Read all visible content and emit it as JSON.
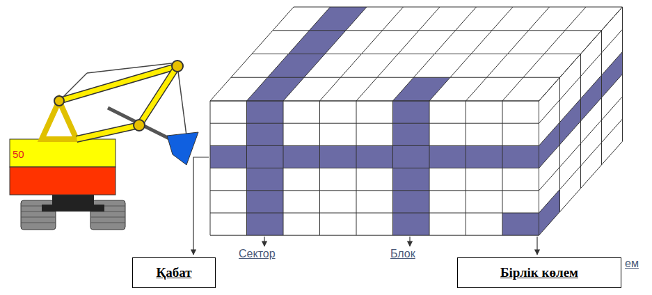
{
  "diagram": {
    "nodes": [
      {
        "text": [
          "Қабат"
        ]
      },
      {
        "text": [
          "Бірлік көлем"
        ]
      }
    ],
    "labels": [
      "50",
      "Сектор",
      "Блок",
      "ем"
    ]
  }
}
